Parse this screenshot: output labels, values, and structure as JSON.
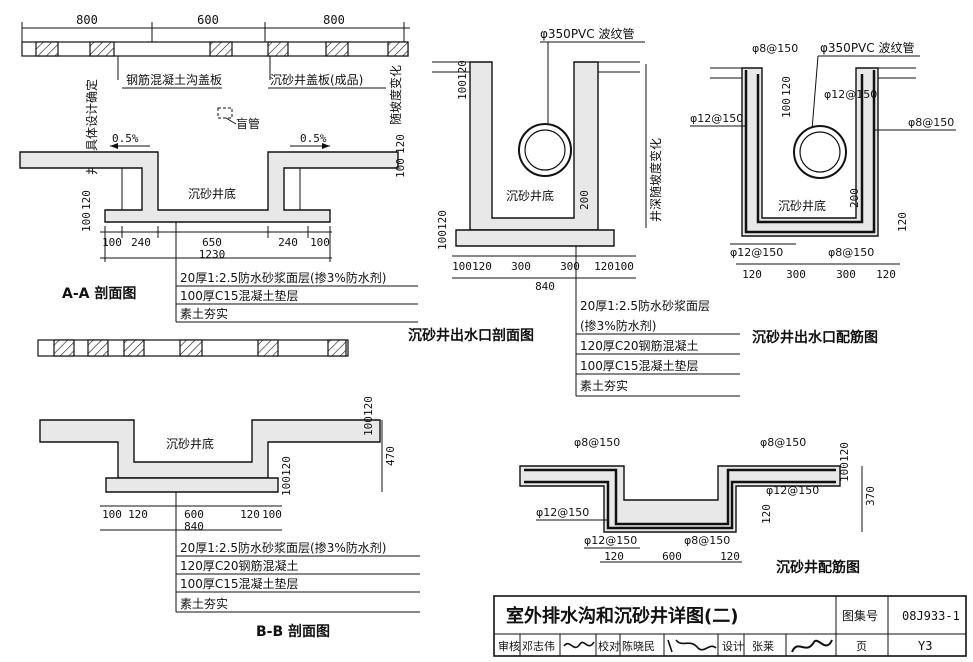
{
  "aa": {
    "dim_top": [
      "800",
      "600",
      "800"
    ],
    "label_cover": "钢筋混凝土沟盖板",
    "label_well_cover": "沉砂井盖板(成品)",
    "label_left_vertical": "井深具体设计确定",
    "label_right_vertical": "随坡度变化",
    "label_pipe": "盲管",
    "slope": "0.5%",
    "well_bottom": "沉砂井底",
    "dim_left_vert": [
      "100",
      "120"
    ],
    "dim_right_vert": [
      "100",
      "120"
    ],
    "dim_bottom": [
      "100",
      "240",
      "650",
      "240",
      "100"
    ],
    "dim_total": "1230",
    "layers": [
      "20厚1:2.5防水砂浆面层(掺3%防水剂)",
      "100厚C15混凝土垫层",
      "素土夯实"
    ],
    "title": "A-A 剖面图"
  },
  "outlet": {
    "pipe_label": "φ350PVC 波纹管",
    "label_vertical": "井深随坡度变化",
    "well_bottom": "沉砂井底",
    "dim_left_top": [
      "100",
      "120"
    ],
    "dim_left_bottom": [
      "100",
      "120"
    ],
    "dim_right": "200",
    "dim_bottom": [
      "100",
      "120",
      "300",
      "300",
      "120",
      "100"
    ],
    "dim_total": "840",
    "layers": [
      "20厚1:2.5防水砂浆面层",
      "(掺3%防水剂)",
      "120厚C20钢筋混凝土",
      "100厚C15混凝土垫层",
      "素土夯实"
    ],
    "title": "沉砂井出水口剖面图"
  },
  "rebar_outlet": {
    "top_left": "φ8@150",
    "pipe_label": "φ350PVC 波纹管",
    "phi12_top": "φ12@150",
    "phi12_left": "φ12@150",
    "phi8_right": "φ8@150",
    "dim_left_top": [
      "100",
      "120"
    ],
    "dim_right": [
      "200",
      "120"
    ],
    "well_bottom": "沉砂井底",
    "bottom_left": "φ12@150",
    "bottom_right": "φ8@150",
    "dim_bottom": [
      "120",
      "300",
      "300",
      "120"
    ],
    "title": "沉砂井出水口配筋图"
  },
  "bb": {
    "well_bottom": "沉砂井底",
    "dim_right": [
      "100",
      "120",
      "100",
      "120"
    ],
    "dim_470": "470",
    "dim_bottom": [
      "100",
      "120",
      "600",
      "120",
      "100"
    ],
    "dim_total": "840",
    "layers": [
      "20厚1:2.5防水砂浆面层(掺3%防水剂)",
      "120厚C20钢筋混凝土",
      "100厚C15混凝土垫层",
      "素土夯实"
    ],
    "title": "B-B 剖面图"
  },
  "rebar_well": {
    "top_left": "φ8@150",
    "top_right": "φ8@150",
    "right_mid": "φ12@150",
    "left_mid": "φ12@150",
    "bottom_left": "φ12@150",
    "bottom_right": "φ8@150",
    "dim_right": [
      "100",
      "120"
    ],
    "dim_370": "370",
    "dim_left": [
      "120"
    ],
    "dim_bottom": [
      "120",
      "600",
      "120"
    ],
    "title": "沉砂井配筋图"
  },
  "titleblock": {
    "title": "室外排水沟和沉砂井详图(二)",
    "set_label": "图集号",
    "set_value": "08J933-1",
    "review_label": "审核",
    "review_name": "邓志伟",
    "check_label": "校对",
    "check_name": "陈晓民",
    "design_label": "设计",
    "design_name": "张莱",
    "page_label": "页",
    "page_value": "Y3"
  }
}
